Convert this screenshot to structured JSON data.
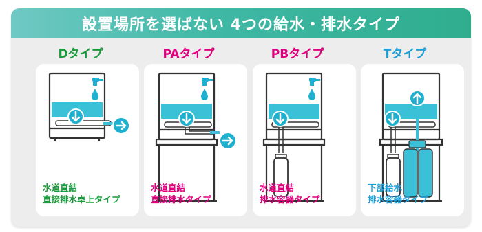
{
  "title": "設置場所を選ばない 4つの給水・排水タイプ",
  "colors": {
    "banner_start": "#6fc9c4",
    "banner_end": "#2fae8e",
    "water": "#3bc1d7",
    "arrow": "#1fb0d0",
    "green": "#1a9b3c",
    "magenta": "#e0007f",
    "blue": "#1ea0d8"
  },
  "types": [
    {
      "label": "Dタイプ",
      "color": "#1a9b3c",
      "lines": [
        "水道直結",
        "直接排水卓上タイプ"
      ]
    },
    {
      "label": "PAタイプ",
      "color": "#e0007f",
      "lines": [
        "水道直結",
        "直接排水タイプ"
      ]
    },
    {
      "label": "PBタイプ",
      "color": "#e0007f",
      "lines": [
        "水道直結",
        "排水容器タイプ"
      ]
    },
    {
      "label": "Tタイプ",
      "color": "#1ea0d8",
      "lines": [
        "下部給水",
        "排水容器タイプ"
      ]
    }
  ]
}
